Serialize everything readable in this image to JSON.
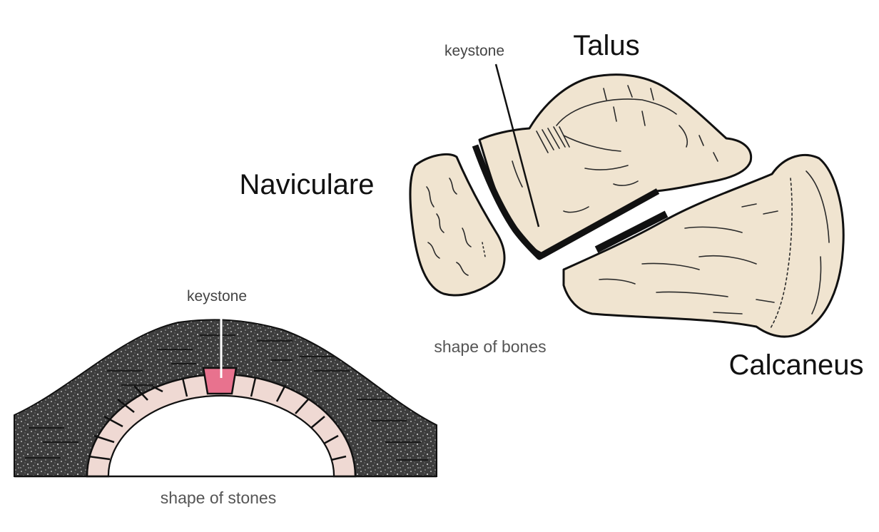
{
  "labels": {
    "talus": "Talus",
    "naviculare": "Naviculare",
    "calcaneus": "Calcaneus",
    "keystone_bones": "keystone",
    "keystone_stones": "keystone",
    "shape_of_bones": "shape of bones",
    "shape_of_stones": "shape of stones"
  },
  "colors": {
    "bone_fill": "#f0e4d0",
    "keystone_fill": "#e8728e",
    "voussoir_fill": "#efd9d3",
    "masonry_fill": "#3d3d3d"
  }
}
